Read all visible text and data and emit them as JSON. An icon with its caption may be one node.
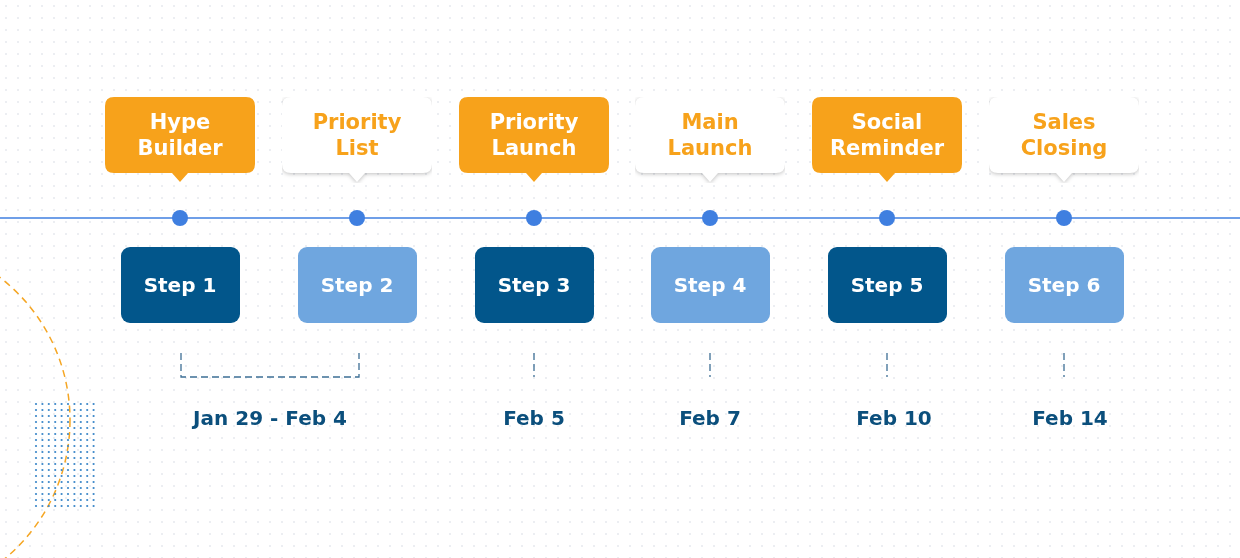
{
  "diagram": {
    "nodes": [
      {
        "text": [
          "Hype Builder"
        ]
      },
      {
        "text": [
          "Priority List"
        ]
      },
      {
        "text": [
          "Priority Launch"
        ]
      },
      {
        "text": [
          "Main Launch"
        ]
      },
      {
        "text": [
          "Social Reminder"
        ]
      },
      {
        "text": [
          "Sales Closing"
        ]
      },
      {
        "text": [
          "Step 1"
        ]
      },
      {
        "text": [
          "Step 2"
        ]
      },
      {
        "text": [
          "Step 3"
        ]
      },
      {
        "text": [
          "Step 4"
        ]
      },
      {
        "text": [
          "Step 5"
        ]
      },
      {
        "text": [
          "Step 6"
        ]
      }
    ],
    "labels": [
      "Jan 29 - Feb 4",
      "Feb 5",
      "Feb 7",
      "Feb 10",
      "Feb 14"
    ]
  }
}
